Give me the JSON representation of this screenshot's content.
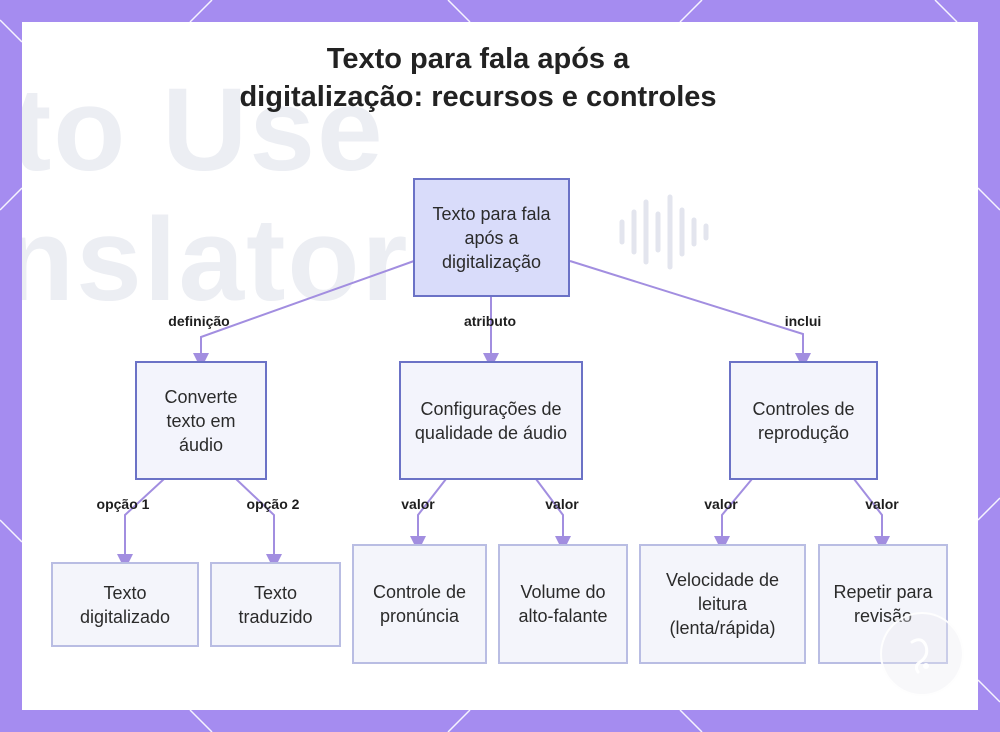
{
  "title": {
    "line1": "Texto para fala após a",
    "line2": "digitalização: recursos e controles"
  },
  "background": {
    "word1": "to Use",
    "word2": "nslator"
  },
  "nodes": {
    "root": "Texto para fala após a digitalização",
    "converte": "Converte texto em áudio",
    "config": "Configurações de qualidade de áudio",
    "controles": "Controles de reprodução",
    "texto_digitalizado": "Texto digitalizado",
    "texto_traduzido": "Texto traduzido",
    "controle_pronuncia": "Controle de pronúncia",
    "volume": "Volume do alto-falante",
    "velocidade": "Velocidade de leitura (lenta/rápida)",
    "repetir": "Repetir para revisão"
  },
  "edge_labels": {
    "definicao": "definição",
    "atributo": "atributo",
    "inclui": "inclui",
    "opcao1": "opção 1",
    "opcao2": "opção 2",
    "valor_pronuncia": "valor",
    "valor_volume": "valor",
    "valor_velocidade": "valor",
    "valor_repetir": "valor"
  },
  "colors": {
    "frame": "#a58cf0",
    "edge": "#a28ee0",
    "node_border": "#6b72c6",
    "root_fill": "#d9dcfa",
    "node_fill": "#f3f4fc"
  }
}
